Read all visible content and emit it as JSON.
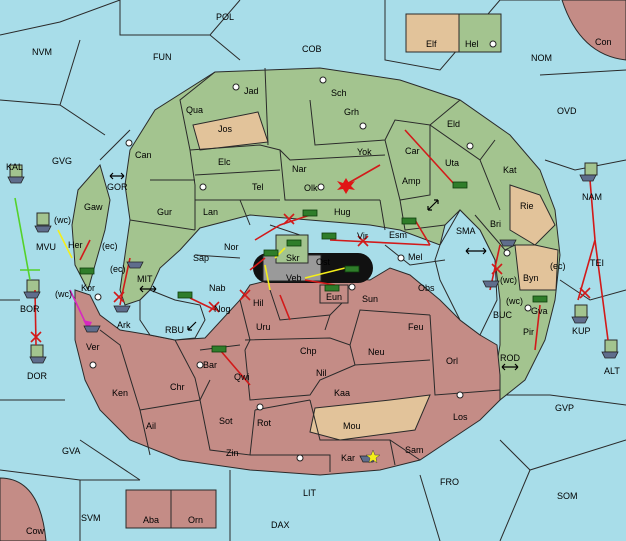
{
  "sea_labels": [
    {
      "id": "pol",
      "text": "POL"
    },
    {
      "id": "nvm",
      "text": "NVM"
    },
    {
      "id": "fun",
      "text": "FUN"
    },
    {
      "id": "cob",
      "text": "COB"
    },
    {
      "id": "nom",
      "text": "NOM"
    },
    {
      "id": "con",
      "text": "Con"
    },
    {
      "id": "ovd",
      "text": "OVD"
    },
    {
      "id": "kal",
      "text": "KAL"
    },
    {
      "id": "gvg",
      "text": "GVG"
    },
    {
      "id": "gor",
      "text": "GOR"
    },
    {
      "id": "mvu",
      "text": "MVU"
    },
    {
      "id": "mit",
      "text": "MIT"
    },
    {
      "id": "bor",
      "text": "BOR"
    },
    {
      "id": "dor",
      "text": "DOR"
    },
    {
      "id": "rbu",
      "text": "RBU"
    },
    {
      "id": "sma",
      "text": "SMA"
    },
    {
      "id": "nam",
      "text": "NAM"
    },
    {
      "id": "tei",
      "text": "TEI"
    },
    {
      "id": "buc",
      "text": "BUC"
    },
    {
      "id": "kup",
      "text": "KUP"
    },
    {
      "id": "rod",
      "text": "ROD"
    },
    {
      "id": "alt",
      "text": "ALT"
    },
    {
      "id": "gvp",
      "text": "GVP"
    },
    {
      "id": "gva",
      "text": "GVA"
    },
    {
      "id": "fro",
      "text": "FRO"
    },
    {
      "id": "lit",
      "text": "LIT"
    },
    {
      "id": "som",
      "text": "SOM"
    },
    {
      "id": "svm",
      "text": "SVM"
    },
    {
      "id": "dax",
      "text": "DAX"
    },
    {
      "id": "cow",
      "text": "Cow"
    }
  ],
  "land_labels": [
    {
      "id": "elf",
      "text": "Elf"
    },
    {
      "id": "hel",
      "text": "Hel"
    },
    {
      "id": "jad",
      "text": "Jad"
    },
    {
      "id": "sch",
      "text": "Sch"
    },
    {
      "id": "qua",
      "text": "Qua"
    },
    {
      "id": "jos",
      "text": "Jos"
    },
    {
      "id": "grh",
      "text": "Grh"
    },
    {
      "id": "eld",
      "text": "Eld"
    },
    {
      "id": "can",
      "text": "Can"
    },
    {
      "id": "yok",
      "text": "Yok"
    },
    {
      "id": "car",
      "text": "Car"
    },
    {
      "id": "uta",
      "text": "Uta"
    },
    {
      "id": "elc",
      "text": "Elc"
    },
    {
      "id": "nar",
      "text": "Nar"
    },
    {
      "id": "kat",
      "text": "Kat"
    },
    {
      "id": "amp",
      "text": "Amp"
    },
    {
      "id": "tel",
      "text": "Tel"
    },
    {
      "id": "olk",
      "text": "Olk"
    },
    {
      "id": "gaw",
      "text": "Gaw"
    },
    {
      "id": "gur",
      "text": "Gur"
    },
    {
      "id": "lan",
      "text": "Lan"
    },
    {
      "id": "hug",
      "text": "Hug"
    },
    {
      "id": "rie",
      "text": "Rie"
    },
    {
      "id": "bri",
      "text": "Bri"
    },
    {
      "id": "her",
      "text": "Her"
    },
    {
      "id": "vir",
      "text": "Vir"
    },
    {
      "id": "esm",
      "text": "Esm"
    },
    {
      "id": "nor",
      "text": "Nor"
    },
    {
      "id": "skr",
      "text": "Skr"
    },
    {
      "id": "mel",
      "text": "Mel"
    },
    {
      "id": "sap",
      "text": "Sap"
    },
    {
      "id": "ost",
      "text": "Ost"
    },
    {
      "id": "kor",
      "text": "Kor"
    },
    {
      "id": "veb",
      "text": "Veb"
    },
    {
      "id": "byn",
      "text": "Byn"
    },
    {
      "id": "nab",
      "text": "Nab"
    },
    {
      "id": "eun",
      "text": "Eun"
    },
    {
      "id": "obs",
      "text": "Obs"
    },
    {
      "id": "hil",
      "text": "Hil"
    },
    {
      "id": "sun",
      "text": "Sun"
    },
    {
      "id": "ark",
      "text": "Ark"
    },
    {
      "id": "nog",
      "text": "Nog"
    },
    {
      "id": "gva2",
      "text": "Gva"
    },
    {
      "id": "uru",
      "text": "Uru"
    },
    {
      "id": "feu",
      "text": "Feu"
    },
    {
      "id": "pir",
      "text": "Pir"
    },
    {
      "id": "ver",
      "text": "Ver"
    },
    {
      "id": "chp",
      "text": "Chp"
    },
    {
      "id": "neu",
      "text": "Neu"
    },
    {
      "id": "orl",
      "text": "Orl"
    },
    {
      "id": "bar",
      "text": "Bar"
    },
    {
      "id": "qwi",
      "text": "Qwi"
    },
    {
      "id": "nil",
      "text": "Nil"
    },
    {
      "id": "ken",
      "text": "Ken"
    },
    {
      "id": "chr",
      "text": "Chr"
    },
    {
      "id": "kaa",
      "text": "Kaa"
    },
    {
      "id": "ail",
      "text": "Ail"
    },
    {
      "id": "sot",
      "text": "Sot"
    },
    {
      "id": "rot",
      "text": "Rot"
    },
    {
      "id": "mou",
      "text": "Mou"
    },
    {
      "id": "los",
      "text": "Los"
    },
    {
      "id": "zin",
      "text": "Zin"
    },
    {
      "id": "kar",
      "text": "Kar"
    },
    {
      "id": "sam",
      "text": "Sam"
    },
    {
      "id": "aba",
      "text": "Aba"
    },
    {
      "id": "orn",
      "text": "Orn"
    }
  ],
  "coast_tags": [
    {
      "id": "wc1",
      "text": "(wc)"
    },
    {
      "id": "ec1",
      "text": "(ec)"
    },
    {
      "id": "ec2",
      "text": "(ec)"
    },
    {
      "id": "wc2",
      "text": "(wc)"
    },
    {
      "id": "wc3",
      "text": "(wc)"
    },
    {
      "id": "wc4",
      "text": "(wc)"
    },
    {
      "id": "ec3",
      "text": "(ec)"
    }
  ],
  "colors": {
    "sea": "#a8dde9",
    "green_power": "#a3c48f",
    "red_power": "#c48c86",
    "neutral": "#e2c39a",
    "move_arrow": "#d21a1a",
    "support_green": "#54d22a",
    "support_yellow": "#f4ee1a",
    "support_magenta": "#d628c0"
  },
  "icons": {
    "supply_center": "supply-center-icon",
    "army": "army-unit-icon",
    "fleet": "fleet-unit-icon",
    "dislodged": "burst-icon",
    "convoy": "double-arrow-icon"
  }
}
